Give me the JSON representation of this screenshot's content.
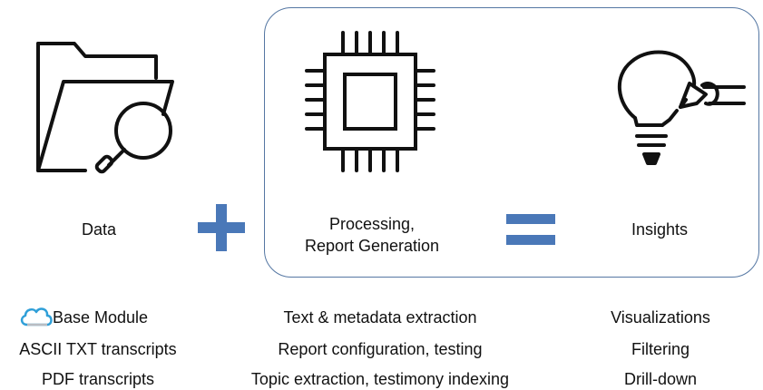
{
  "stages": {
    "data": {
      "label": "Data",
      "icon": "folder-search-icon"
    },
    "processing": {
      "label_line1": "Processing,",
      "label_line2": "Report Generation",
      "icon": "cpu-chip-icon"
    },
    "insights": {
      "label": "Insights",
      "icon": "lightbulb-pen-icon"
    }
  },
  "operators": {
    "plus": "+",
    "equals": "=",
    "color": "#4a78b8"
  },
  "columns": {
    "left": {
      "icon": "cloud-icon",
      "items": [
        "Base Module",
        "ASCII TXT transcripts",
        "PDF transcripts"
      ]
    },
    "middle": {
      "items": [
        "Text & metadata extraction",
        "Report configuration, testing",
        "Topic extraction, testimony indexing"
      ]
    },
    "right": {
      "items": [
        "Visualizations",
        "Filtering",
        "Drill-down"
      ]
    }
  },
  "colors": {
    "box_border": "#5577a3",
    "accent": "#4a78b8",
    "cloud": "#2f9fd8"
  }
}
